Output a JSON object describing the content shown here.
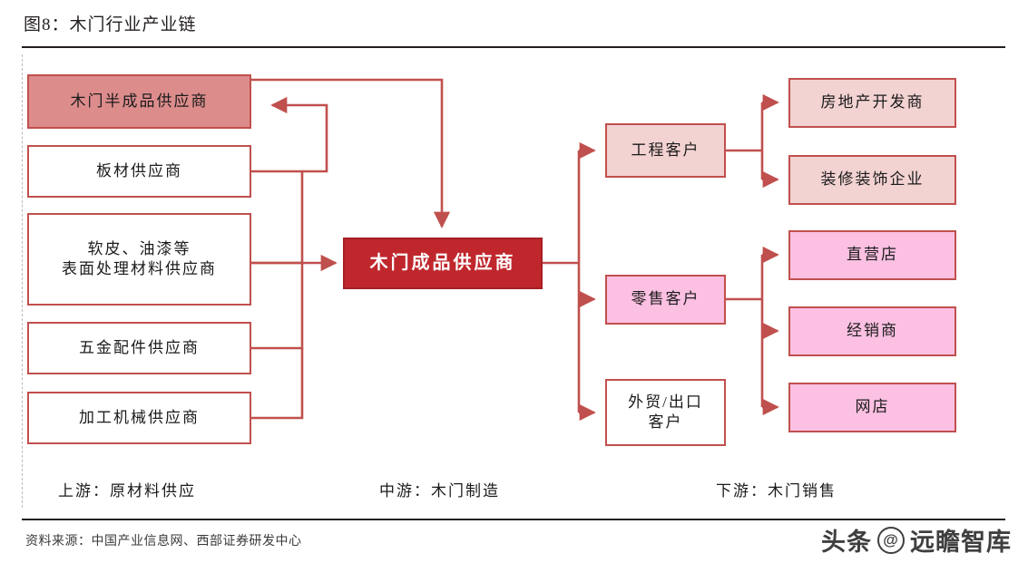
{
  "figure": {
    "title": "图8：木门行业产业链",
    "source": "资料来源：中国产业信息网、西部证券研发中心",
    "watermark": {
      "brand": "头条",
      "at": "@",
      "account": "远瞻智库"
    }
  },
  "colors": {
    "line": "#c0504d",
    "salmon": "#dd8c8c",
    "deep_red": "#c0272d",
    "dusty_pink": "#f3d2d2",
    "pink": "#fbc0e2",
    "white": "#ffffff",
    "text": "#1b1b1b"
  },
  "stages": [
    {
      "id": "upstream",
      "label": "上游：原材料供应"
    },
    {
      "id": "midstream",
      "label": "中游：木门制造"
    },
    {
      "id": "downstream",
      "label": "下游：木门销售"
    }
  ],
  "nodes": {
    "upstream": [
      {
        "id": "semi-finished",
        "label": "木门半成品供应商",
        "style": "salmon"
      },
      {
        "id": "panel",
        "label": "板材供应商",
        "style": "white"
      },
      {
        "id": "surface",
        "label": "软皮、油漆等\n表面处理材料供应商",
        "line1": "软皮、油漆等",
        "line2": "表面处理材料供应商",
        "style": "white"
      },
      {
        "id": "hardware",
        "label": "五金配件供应商",
        "style": "white"
      },
      {
        "id": "machinery",
        "label": "加工机械供应商",
        "style": "white"
      }
    ],
    "midstream": [
      {
        "id": "finished-door",
        "label": "木门成品供应商",
        "style": "deepred"
      }
    ],
    "downstream_channels": [
      {
        "id": "project-client",
        "label": "工程客户",
        "style": "dusty"
      },
      {
        "id": "retail-client",
        "label": "零售客户",
        "style": "pink"
      },
      {
        "id": "export-client",
        "label": "外贸/出口\n客户",
        "line1": "外贸/出口",
        "line2": "客户",
        "style": "white"
      }
    ],
    "downstream_endpoints": [
      {
        "id": "real-estate",
        "label": "房地产开发商",
        "style": "dusty"
      },
      {
        "id": "decoration",
        "label": "装修装饰企业",
        "style": "dusty"
      },
      {
        "id": "direct-store",
        "label": "直营店",
        "style": "pink"
      },
      {
        "id": "dealer",
        "label": "经销商",
        "style": "pink"
      },
      {
        "id": "online-store",
        "label": "网店",
        "style": "pink"
      }
    ]
  }
}
